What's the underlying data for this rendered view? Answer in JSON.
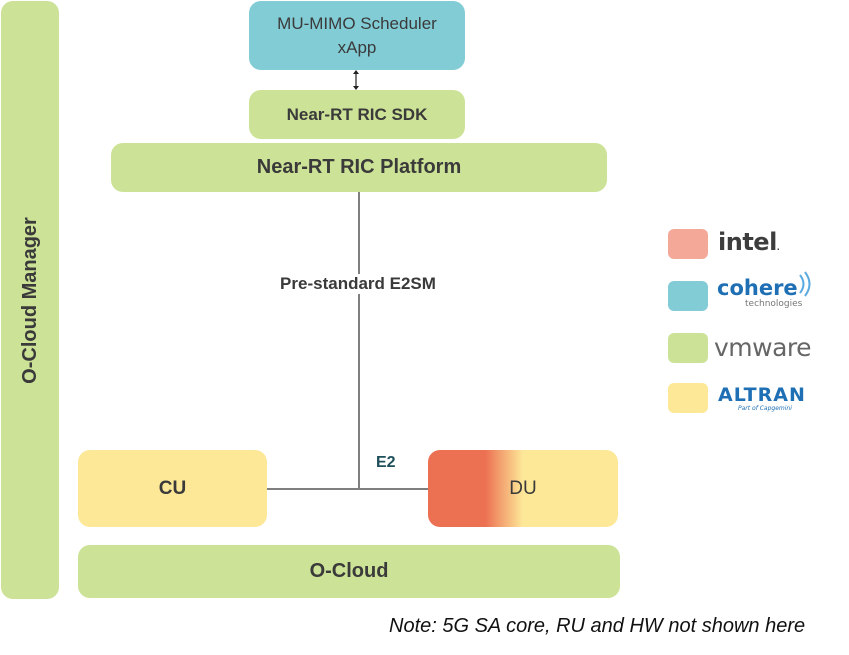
{
  "sidebar": {
    "label": "O-Cloud Manager"
  },
  "blocks": {
    "xapp": "MU-MIMO Scheduler\nxApp",
    "sdk": "Near-RT RIC SDK",
    "platform": "Near-RT RIC Platform",
    "cu": "CU",
    "du": "DU",
    "ocloud": "O-Cloud"
  },
  "interfaces": {
    "e2sm": "Pre-standard E2SM",
    "e2": "E2"
  },
  "legend": [
    {
      "vendor": "intel",
      "color": "#f4a998"
    },
    {
      "vendor": "cohere",
      "sub": "technologies",
      "color": "#82ccd6"
    },
    {
      "vendor": "vmware",
      "color": "#cce296"
    },
    {
      "vendor": "altran",
      "sub": "Part of Capgemini",
      "color": "#fde898"
    }
  ],
  "note": "Note: 5G SA core, RU and HW not shown here"
}
